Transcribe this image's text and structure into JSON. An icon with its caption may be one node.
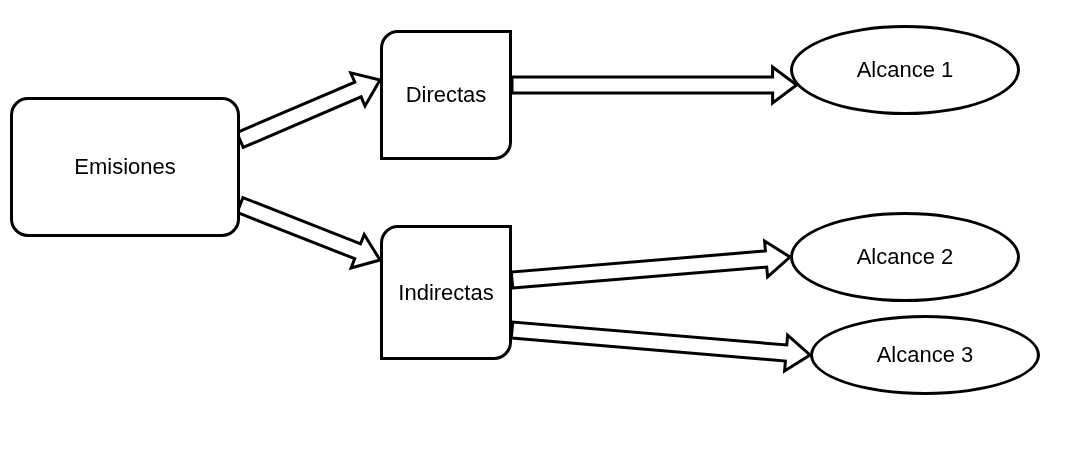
{
  "diagram": {
    "nodes": [
      {
        "text": [
          "Emisiones"
        ]
      },
      {
        "text": [
          "Directas"
        ]
      },
      {
        "text": [
          "Indirectas"
        ]
      },
      {
        "text": [
          "Alcance 1"
        ]
      },
      {
        "text": [
          "Alcance 2"
        ]
      },
      {
        "text": [
          "Alcance 3"
        ]
      }
    ],
    "edges": [
      {
        "from": 0,
        "to": 1,
        "arrow": "to"
      },
      {
        "from": 0,
        "to": 2,
        "arrow": "to"
      },
      {
        "from": 1,
        "to": 3,
        "arrow": "to"
      },
      {
        "from": 2,
        "to": 4,
        "arrow": "to"
      },
      {
        "from": 2,
        "to": 5,
        "arrow": "to"
      }
    ]
  }
}
